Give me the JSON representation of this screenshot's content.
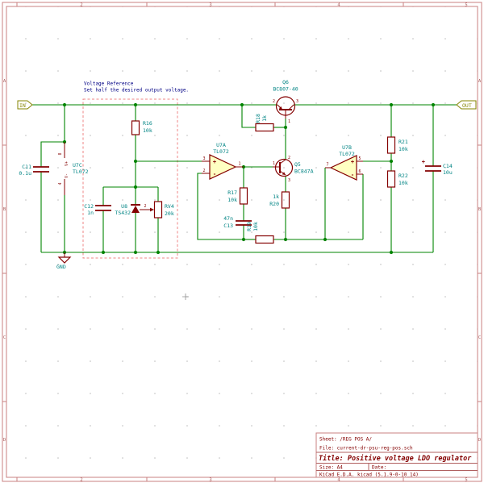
{
  "frame": {
    "columns": [
      "2",
      "3",
      "4",
      "5"
    ],
    "rows": [
      "A",
      "B",
      "C",
      "D"
    ]
  },
  "title_block": {
    "sheet": "Sheet: /REG POS A/",
    "file": "File: current-dr-psu-reg-pos.sch",
    "title": "Title: Positive voltage LDO regulator",
    "size": "Size: A4",
    "date": "Date:",
    "tool": "KiCad E.D.A.  kicad (5.1.9-0-10_14)"
  },
  "note": {
    "line1": "Voltage Reference",
    "line2": "Set half the desired output voltage."
  },
  "ports": {
    "in": "IN",
    "out": "OUT"
  },
  "power": {
    "gnd": "GND"
  },
  "colors": {
    "wire": "#008400",
    "symbol": "#840000",
    "field": "#008484",
    "note": "#000084",
    "port": "#848400",
    "frame": "#c98080",
    "opamp_fill": "#ffffc2"
  },
  "components": {
    "c11": {
      "ref": "C11",
      "value": "0.1u"
    },
    "u7c": {
      "ref": "U7C",
      "value": "TL072",
      "pin8": "8",
      "pin4": "4",
      "vplus": "V+",
      "vminus": "V-"
    },
    "r16": {
      "ref": "R16",
      "value": "10k"
    },
    "c12": {
      "ref": "C12",
      "value": "1n"
    },
    "u8": {
      "ref": "U8",
      "value": "TS432"
    },
    "rv4": {
      "ref": "RV4",
      "value": "20k",
      "pin2": "2"
    },
    "u7a": {
      "ref": "U7A",
      "value": "TL072",
      "pin_plus": "3",
      "pin_minus": "2",
      "pin_out": "1",
      "plus": "+",
      "minus": "-"
    },
    "r17": {
      "ref": "R17",
      "value": "10k"
    },
    "c13": {
      "ref": "C13",
      "value": "47n"
    },
    "r19": {
      "ref": "R19",
      "value": "10k"
    },
    "r18": {
      "ref": "R18",
      "value": "1k"
    },
    "q6": {
      "ref": "Q6",
      "value": "BC807-40",
      "pin_b": "1",
      "pin_e": "2",
      "pin_c": "3"
    },
    "q5": {
      "ref": "Q5",
      "value": "BC847A",
      "pin_b": "1",
      "pin_c": "2",
      "pin_e": "3"
    },
    "r20": {
      "ref": "R20",
      "value": "1k"
    },
    "u7b": {
      "ref": "U7B",
      "value": "TL072",
      "pin_plus": "5",
      "pin_minus": "6",
      "pin_out": "7",
      "plus": "+",
      "minus": "-"
    },
    "r21": {
      "ref": "R21",
      "value": "10k"
    },
    "r22": {
      "ref": "R22",
      "value": "10k"
    },
    "c14": {
      "ref": "C14",
      "value": "10u",
      "polarity": "+"
    }
  }
}
